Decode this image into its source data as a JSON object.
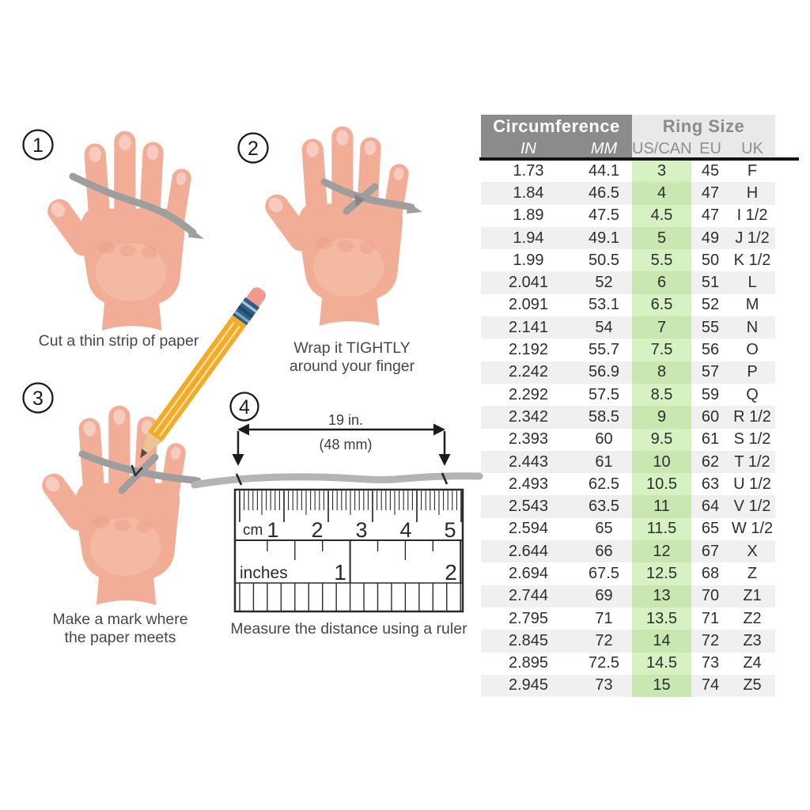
{
  "steps": [
    {
      "number": "1",
      "caption_lines": [
        "Cut a thin strip of paper"
      ]
    },
    {
      "number": "2",
      "caption_lines": [
        "Wrap it TIGHTLY",
        "around your finger"
      ]
    },
    {
      "number": "3",
      "caption_lines": [
        "Make a mark where",
        "the paper meets"
      ]
    },
    {
      "number": "4",
      "caption_lines": [
        "Measure the distance using a ruler"
      ]
    }
  ],
  "measurement_annotation": {
    "inches": "19 in.",
    "millimeters": "(48 mm)"
  },
  "ruler": {
    "cm_label": "cm",
    "cm_numbers": [
      "1",
      "2",
      "3",
      "4",
      "5"
    ],
    "inches_label": "inches",
    "inch_numbers": [
      "1",
      "2"
    ]
  },
  "size_chart": {
    "group_headers": [
      {
        "label": "Circumference"
      },
      {
        "label": "Ring Size"
      }
    ],
    "columns": [
      "IN",
      "MM",
      "US/CAN",
      "EU",
      "UK"
    ],
    "rows": [
      [
        "1.73",
        "44.1",
        "3",
        "45",
        "F"
      ],
      [
        "1.84",
        "46.5",
        "4",
        "47",
        "H"
      ],
      [
        "1.89",
        "47.5",
        "4.5",
        "47",
        "I 1/2"
      ],
      [
        "1.94",
        "49.1",
        "5",
        "49",
        "J 1/2"
      ],
      [
        "1.99",
        "50.5",
        "5.5",
        "50",
        "K 1/2"
      ],
      [
        "2.041",
        "52",
        "6",
        "51",
        "L"
      ],
      [
        "2.091",
        "53.1",
        "6.5",
        "52",
        "M"
      ],
      [
        "2.141",
        "54",
        "7",
        "55",
        "N"
      ],
      [
        "2.192",
        "55.7",
        "7.5",
        "56",
        "O"
      ],
      [
        "2.242",
        "56.9",
        "8",
        "57",
        "P"
      ],
      [
        "2.292",
        "57.5",
        "8.5",
        "59",
        "Q"
      ],
      [
        "2.342",
        "58.5",
        "9",
        "60",
        "R 1/2"
      ],
      [
        "2.393",
        "60",
        "9.5",
        "61",
        "S 1/2"
      ],
      [
        "2.443",
        "61",
        "10",
        "62",
        "T 1/2"
      ],
      [
        "2.493",
        "62.5",
        "10.5",
        "63",
        "U 1/2"
      ],
      [
        "2.543",
        "63.5",
        "11",
        "64",
        "V 1/2"
      ],
      [
        "2.594",
        "65",
        "11.5",
        "65",
        "W 1/2"
      ],
      [
        "2.644",
        "66",
        "12",
        "67",
        "X"
      ],
      [
        "2.694",
        "67.5",
        "12.5",
        "68",
        "Z"
      ],
      [
        "2.744",
        "69",
        "13",
        "70",
        "Z1"
      ],
      [
        "2.795",
        "71",
        "13.5",
        "71",
        "Z2"
      ],
      [
        "2.845",
        "72",
        "14",
        "72",
        "Z3"
      ],
      [
        "2.895",
        "72.5",
        "14.5",
        "73",
        "Z4"
      ],
      [
        "2.945",
        "73",
        "15",
        "74",
        "Z5"
      ]
    ],
    "colors": {
      "header_gray": "#8b8b8b",
      "header_light_gray": "#e9e9e9",
      "highlight_green": "#d6f1c2",
      "highlight_green_alt": "#c9e7b0",
      "row_alt_gray": "#f0f0f0"
    }
  },
  "illustration_colors": {
    "skin": "#f2ad96",
    "skin_highlight": "#f6c2ae",
    "nail_pink": "#f8cbc0",
    "paper_strip_gray": "#9e9e9e",
    "pencil_yellow": "#f3ab25",
    "pencil_ferrule_blue": "#2c5e86",
    "pencil_eraser_pink": "#f1998f"
  }
}
